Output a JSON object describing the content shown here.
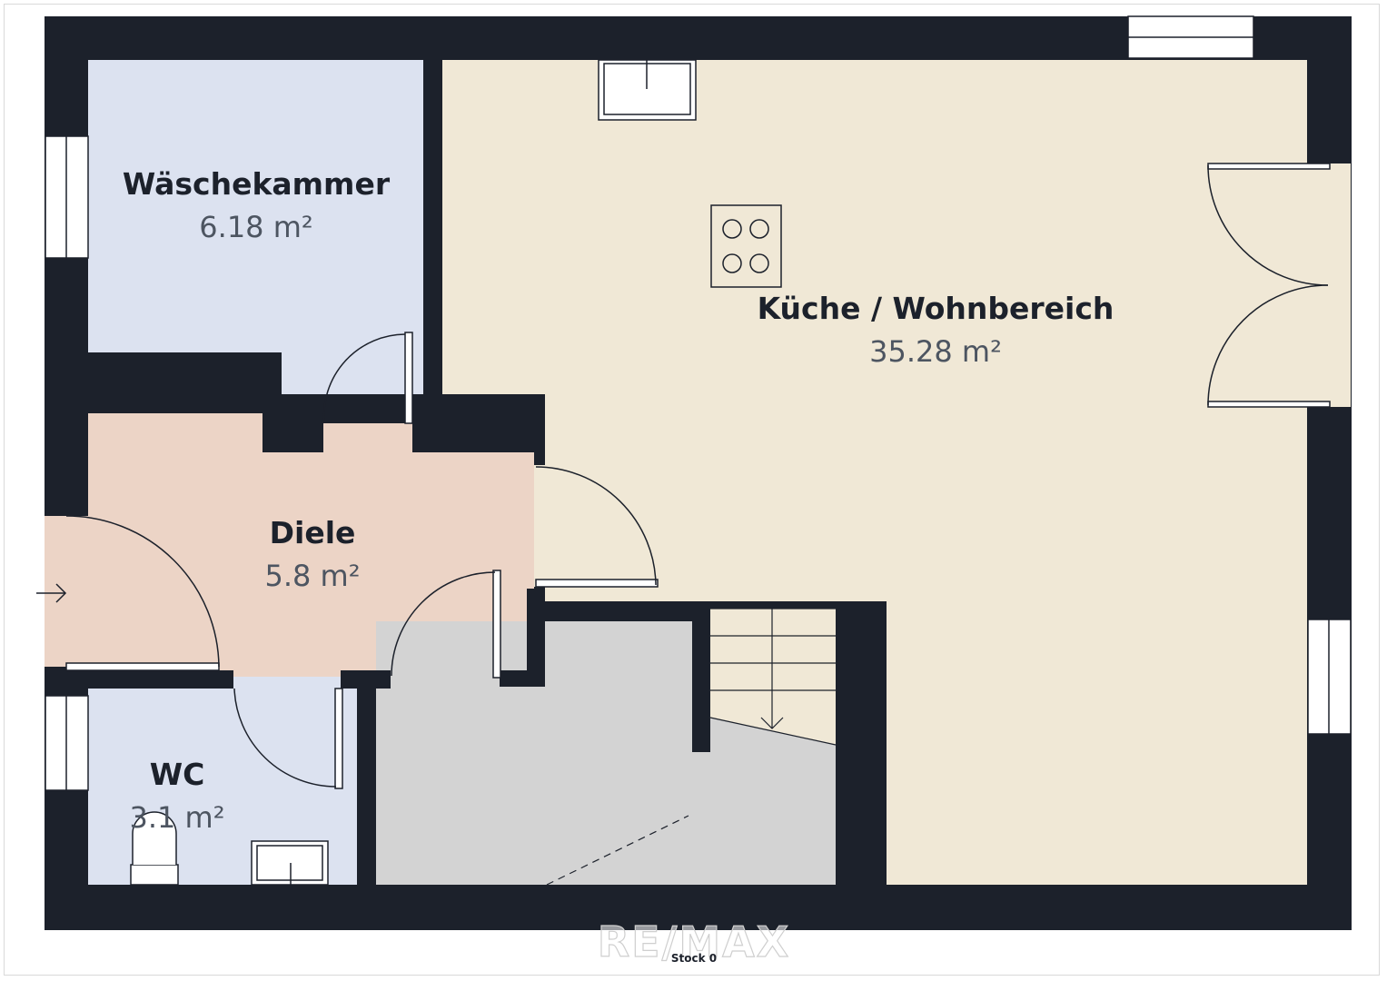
{
  "rooms": {
    "waeschekammer": {
      "name": "Wäschekammer",
      "area": "6.18 m²"
    },
    "kueche": {
      "name": "Küche / Wohnbereich",
      "area": "35.28 m²"
    },
    "diele": {
      "name": "Diele",
      "area": "5.8 m²"
    },
    "wc": {
      "name": "WC",
      "area": "3.1 m²"
    }
  },
  "floor_label": "Stock 0",
  "watermark": "RE/MAX",
  "colors": {
    "wall": "#1c212b",
    "waeschekammer": "#dce2f0",
    "kueche": "#f0e8d6",
    "diele": "#ecd4c6",
    "wc": "#dce2f0",
    "stair_area": "#d3d3d3",
    "fixture_line": "#1c212b"
  },
  "icons": [
    "entrance-arrow-icon",
    "stove-icon",
    "sink-icon",
    "toilet-icon",
    "window-icon",
    "door-swing-icon",
    "stairs-icon"
  ]
}
